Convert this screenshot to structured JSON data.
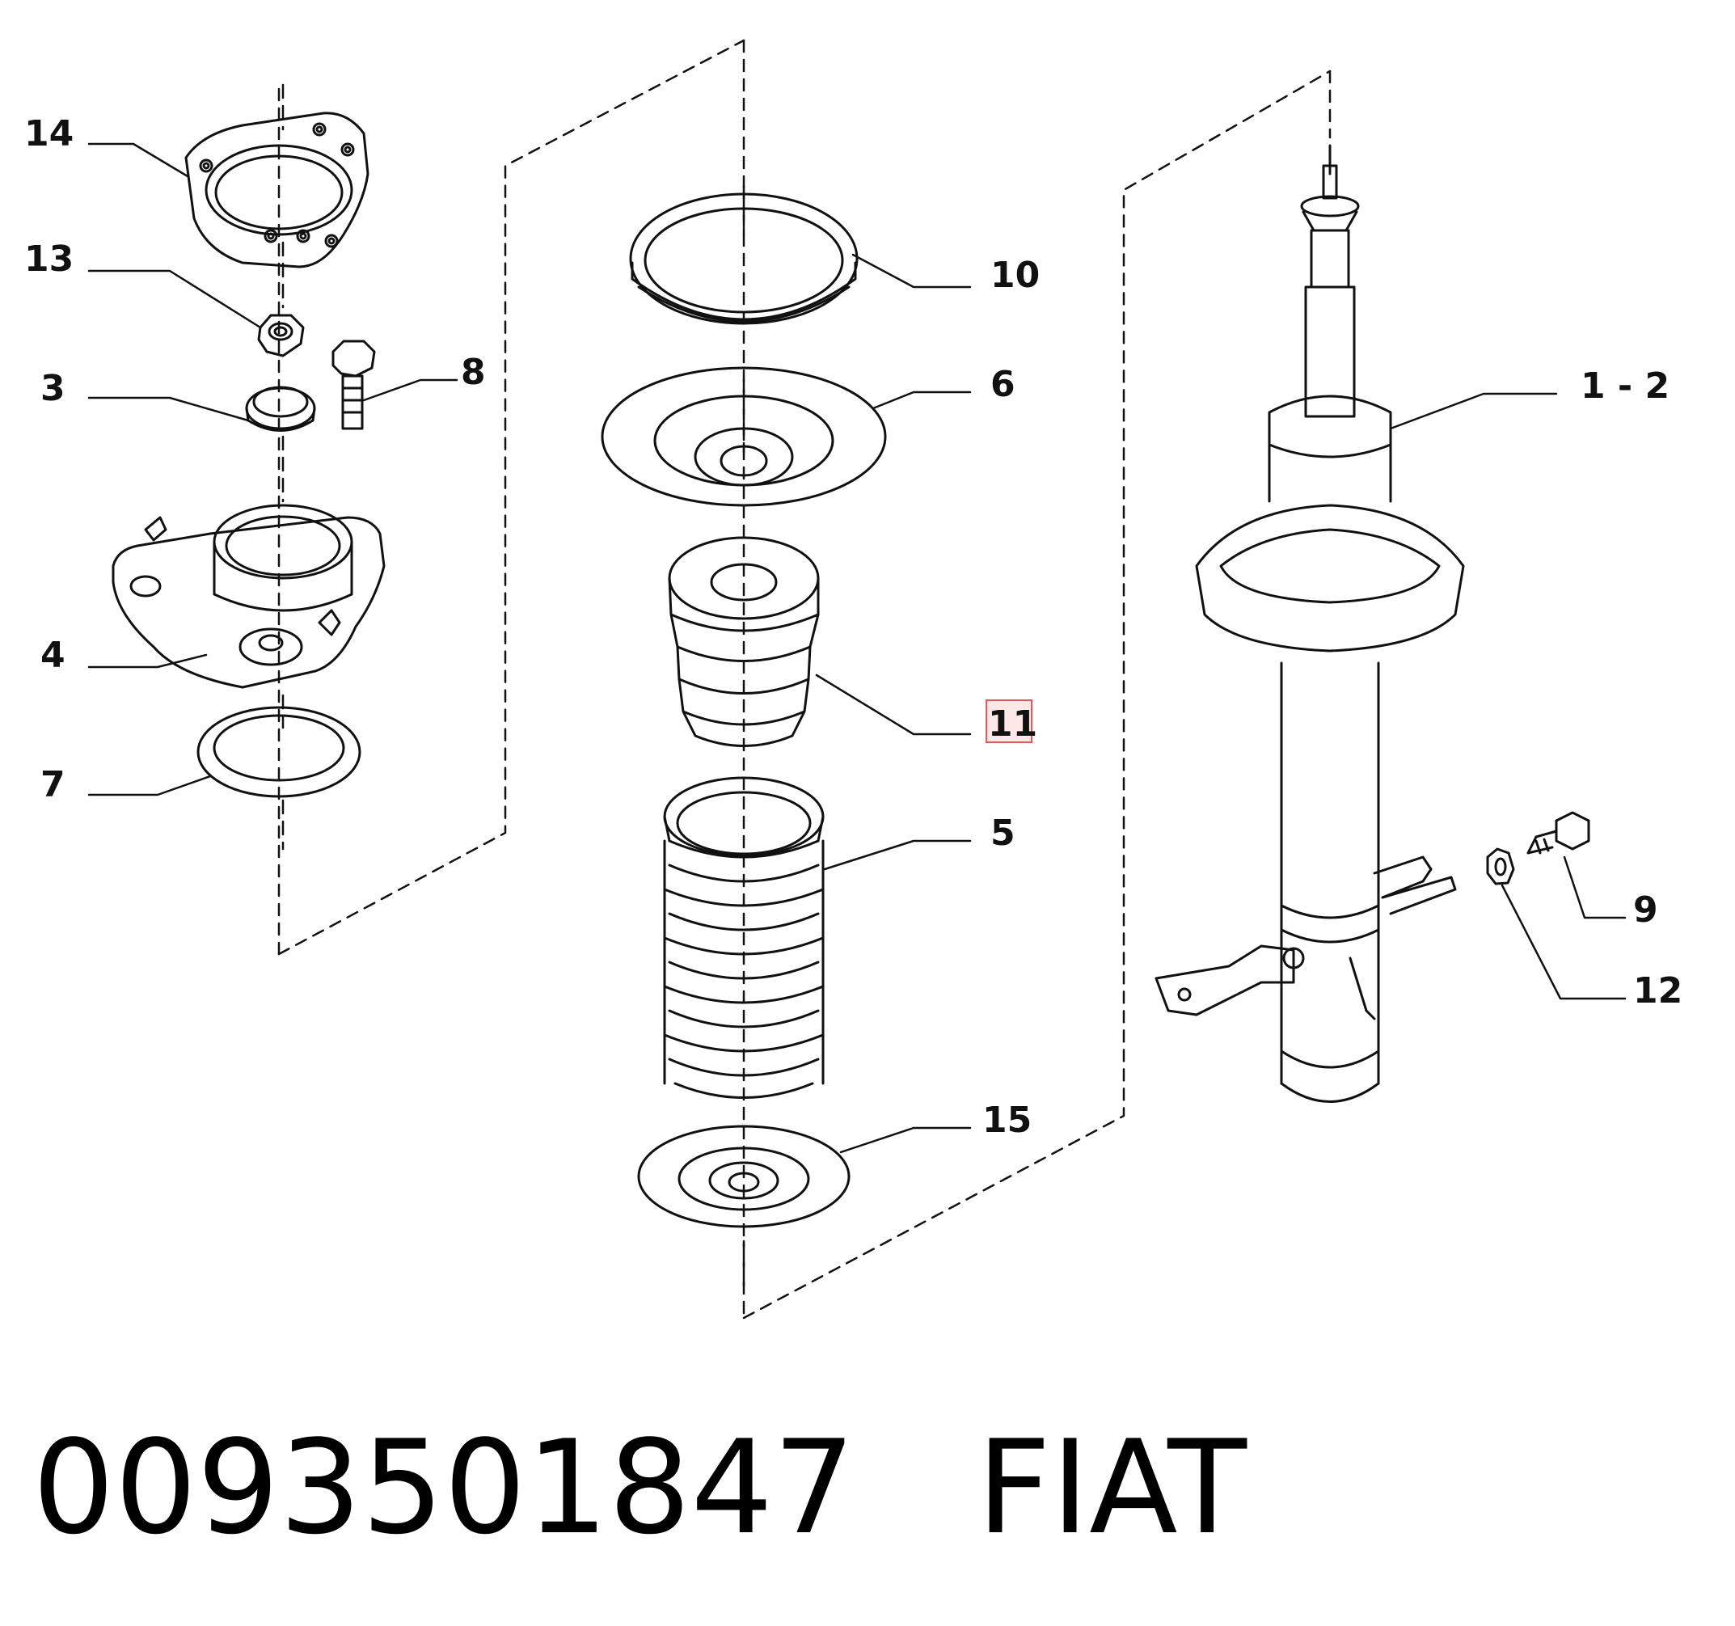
{
  "diagram": {
    "callouts": [
      {
        "id": "c14",
        "label": "14"
      },
      {
        "id": "c13",
        "label": "13"
      },
      {
        "id": "c3",
        "label": "3"
      },
      {
        "id": "c8",
        "label": "8"
      },
      {
        "id": "c4",
        "label": "4"
      },
      {
        "id": "c7",
        "label": "7"
      },
      {
        "id": "c10",
        "label": "10"
      },
      {
        "id": "c6",
        "label": "6"
      },
      {
        "id": "c11",
        "label": "11",
        "highlighted": true
      },
      {
        "id": "c5",
        "label": "5"
      },
      {
        "id": "c15",
        "label": "15"
      },
      {
        "id": "c12n",
        "label": "1 - 2"
      },
      {
        "id": "c9",
        "label": "9"
      },
      {
        "id": "c12",
        "label": "12"
      }
    ],
    "highlight_color": "#e05a5a"
  },
  "footer": {
    "part_number": "0093501847",
    "brand": "FIAT"
  }
}
